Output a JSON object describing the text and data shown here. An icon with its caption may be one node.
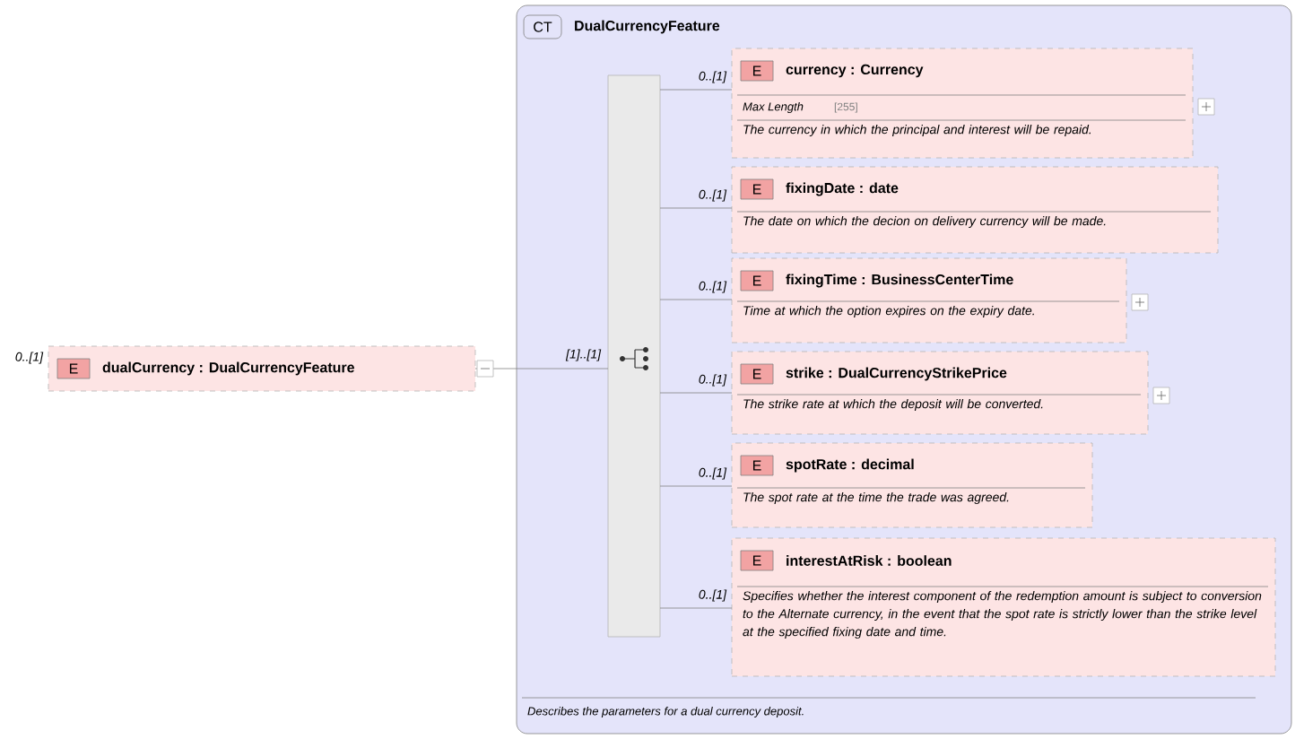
{
  "diagram": {
    "nodes": [
      {
        "text": [
          "E",
          "dualCurrency : DualCurrencyFeature"
        ],
        "beside": [
          "0..[1]"
        ]
      },
      {
        "text": [
          "CT",
          "DualCurrencyFeature",
          "Describes the parameters for a dual currency deposit."
        ]
      },
      {
        "text": [],
        "shape": "bar",
        "in": 1
      },
      {
        "text": [
          "E",
          "currency : Currency",
          "Max Length",
          "[255]",
          "The currency in which the principal and interest will be repaid."
        ],
        "in": 1
      },
      {
        "text": [
          "E",
          "fixingDate : date",
          "The date on which the decion on delivery currency will be made."
        ],
        "in": 1
      },
      {
        "text": [
          "E",
          "fixingTime : BusinessCenterTime",
          "Time at which the option expires on the expiry date."
        ],
        "in": 1
      },
      {
        "text": [
          "E",
          "strike : DualCurrencyStrikePrice",
          "The strike rate at which the deposit will be converted."
        ],
        "in": 1
      },
      {
        "text": [
          "E",
          "spotRate : decimal",
          "The spot rate at the time the trade was agreed."
        ],
        "in": 1
      },
      {
        "text": [
          "E",
          "interestAtRisk : boolean",
          "Specifies whether the interest component of the redemption amount is subject to conversion to the Alternate currency, in the event that the spot rate is strictly lower than the strike level at the specified fixing date and time."
        ],
        "in": 1
      }
    ],
    "edges": [
      {
        "from": 0,
        "to": 2,
        "arrow": "none",
        "label": "[1]..[1]"
      },
      {
        "from": 2,
        "to": 3,
        "arrow": "none",
        "label": "0..[1]"
      },
      {
        "from": 2,
        "to": 4,
        "arrow": "none",
        "label": "0..[1]"
      },
      {
        "from": 2,
        "to": 5,
        "arrow": "none",
        "label": "0..[1]"
      },
      {
        "from": 2,
        "to": 6,
        "arrow": "none",
        "label": "0..[1]"
      },
      {
        "from": 2,
        "to": 7,
        "arrow": "none",
        "label": "0..[1]"
      },
      {
        "from": 2,
        "to": 8,
        "arrow": "none",
        "label": "0..[1]"
      }
    ]
  }
}
